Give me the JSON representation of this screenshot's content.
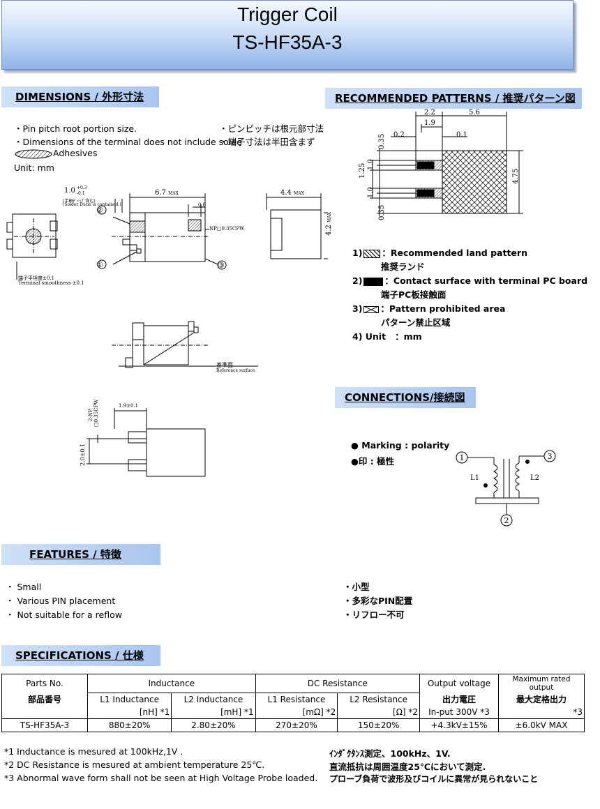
{
  "header": {
    "title": "Trigger Coil",
    "model": "TS-HF35A-3"
  },
  "sections": {
    "dimensions": "DIMENSIONS / 外形寸法",
    "patterns": "RECOMMENDED PATTERNS / 推奨パターン図",
    "connections": "CONNECTIONS/接続図",
    "features": "FEATURES / 特徴",
    "specifications": "SPECIFICATIONS / 仕様"
  },
  "dimensions_notes": {
    "note1": "・Pin pitch root portion size.",
    "note2": "・Dimensions of the terminal does not include solde",
    "adhesives": "Adhesives",
    "unit": "Unit: mm",
    "jp1": "・ピンピッチは根元部寸法",
    "jp2": "・端子寸法は半田含まず"
  },
  "drawing_labels": {
    "dim_top": "1.0",
    "tol_plus": "+0.3",
    "tol_minus": "-0.1",
    "solder_jp": "(半田ﾃﾞｨｯﾌﾟ含む)",
    "solder_en": "(Solder Dutie is contained.)",
    "len": "6.7",
    "max": "MAX",
    "width": "4.4",
    "height": "4.2",
    "d08": "0.8",
    "np": "NP□0.35CPW",
    "pin1": "①",
    "pin2": "②",
    "pin3": "③",
    "flat_jp": "端子平坦度±0.1",
    "flat_en": "Terminal smoothness ±0.1",
    "ref_jp": "基準面",
    "ref_en": "Reference surface",
    "pitch": "1.9±0.1",
    "np2": "2-NP",
    "np2b": "□0.35CPW",
    "vpitch": "2.0±0.1"
  },
  "pattern_labels": {
    "d22": "2.2",
    "d56": "5.6",
    "d19": "1.9",
    "d02": "0.2",
    "d01": "0.1",
    "d035a": "0.35",
    "d125": "1.25",
    "d10a": "1.0",
    "d10b": "1.0",
    "d035b": "0.35",
    "d475": "4.75"
  },
  "legend": [
    {
      "num": "1)",
      "en": "：Recommended land pattern",
      "jp": "推奨ランド"
    },
    {
      "num": "2)",
      "en": "：Contact surface with terminal PC board",
      "jp": "端子PC板接触面"
    },
    {
      "num": "3)",
      "en": "：Pattern prohibited area",
      "jp": "パターン禁止区域"
    },
    {
      "num": "4) Unit",
      "en": "：mm",
      "jp": ""
    }
  ],
  "connections": {
    "marking_en": "● Marking   :  polarity",
    "marking_jp": "●印     :      極性",
    "l1": "L1",
    "l2": "L2",
    "p1": "1",
    "p2": "2",
    "p3": "3"
  },
  "features": {
    "en": [
      "・ Small",
      "・ Various PIN placement",
      "・ Not suitable for a reflow"
    ],
    "jp": [
      "・小型",
      "・多彩なPIN配置",
      "・リフロー不可"
    ]
  },
  "table": {
    "h_parts": "Parts No.",
    "h_parts_jp": "部品番号",
    "h_ind": "Inductance",
    "h_l1ind": "L1 Inductance",
    "h_l2ind": "L2 Inductance",
    "u_l1ind": "[nH]   *1",
    "u_l2ind": "[mH]   *1",
    "h_res": "DC Resistance",
    "h_l1res": "L1 Resistance",
    "h_l2res": "L2 Resistance",
    "u_l1res": "[mΩ]   *2",
    "u_l2res": "[Ω]   *2",
    "h_out": "Output voltage",
    "h_out_jp": "出力電圧",
    "u_out": "In-put 300V   *3",
    "h_max": "Maximum rated output",
    "h_max_jp": "最大定格出力",
    "u_max": "*3",
    "row": {
      "part": "TS-HF35A-3",
      "l1ind": "880±20%",
      "l2ind": "2.80±20%",
      "l1res": "270±20%",
      "l2res": "150±20%",
      "out": "+4.3kV±15%",
      "max": "±6.0kV MAX"
    }
  },
  "footnotes": {
    "en": [
      "*1 Inductance is mesured at 100kHz,1V .",
      "*2 DC Resistance is mesured at ambient temperature 25℃.",
      "*3 Abnormal wave form shall not be seen at High Voltage Probe loaded."
    ],
    "jp": [
      "ｲﾝﾀﾞｸﾀﾝｽ測定、100kHz、1V.",
      "直流抵抗は周囲温度25℃において測定.",
      "プローブ負荷で波形及びコイルに異常が見られないこと"
    ]
  }
}
